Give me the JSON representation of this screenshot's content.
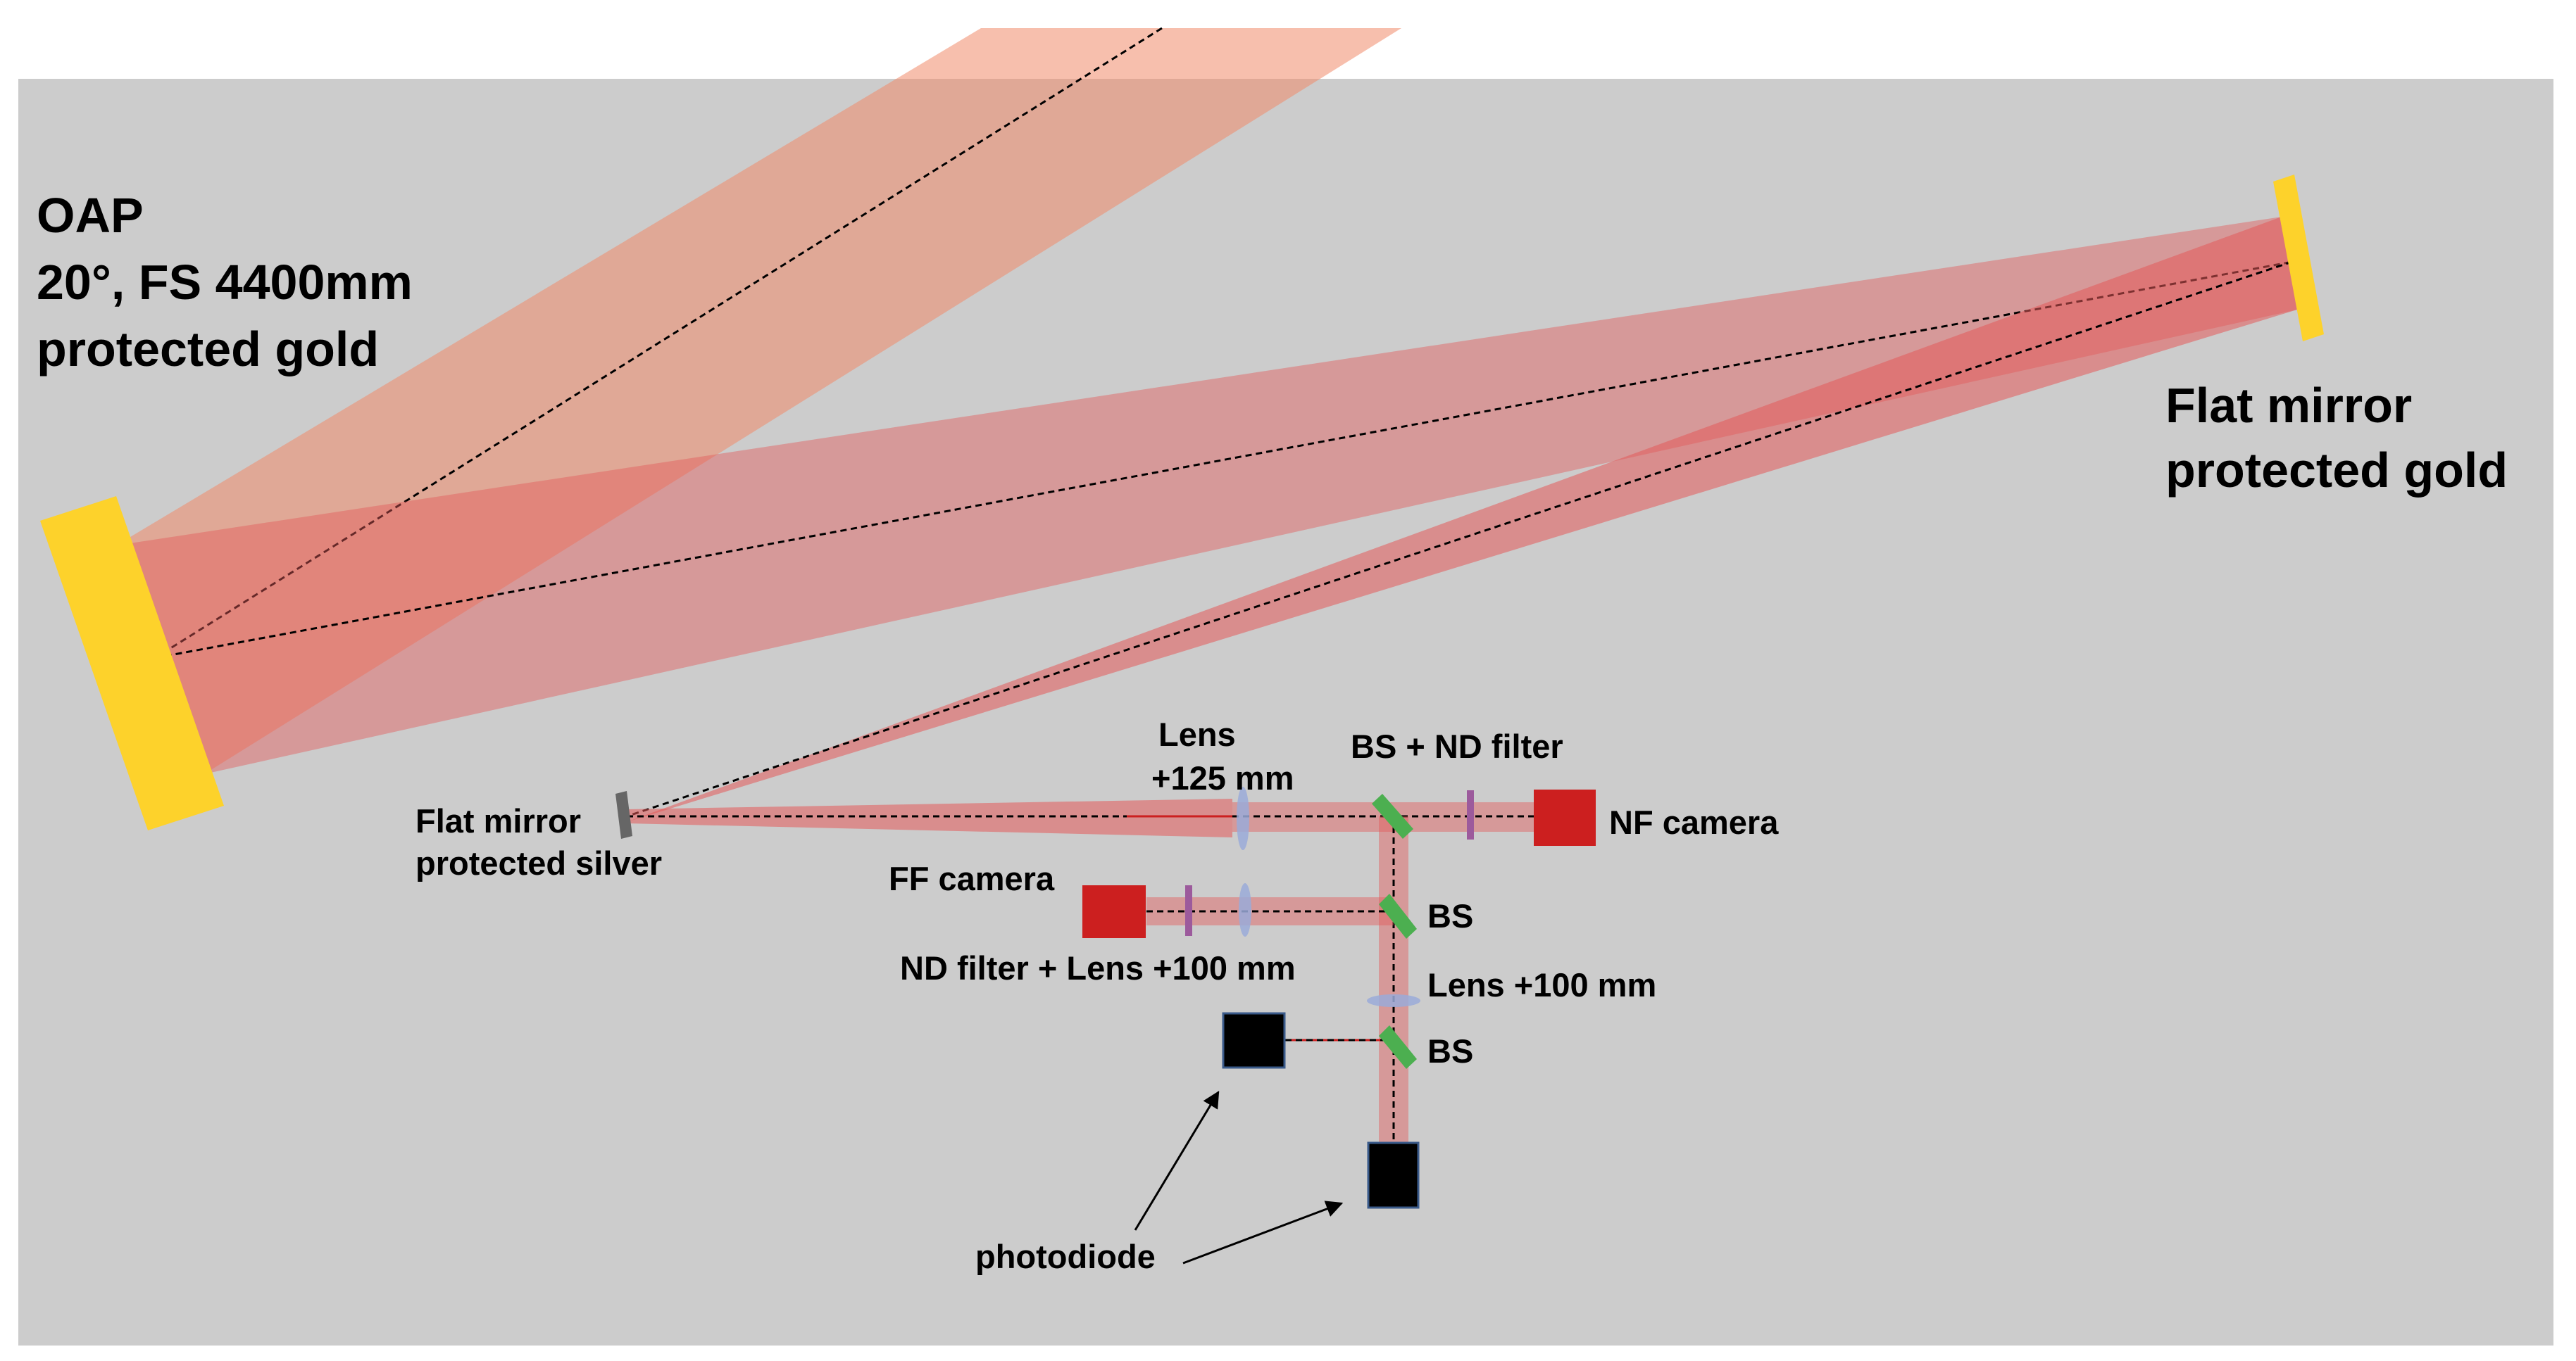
{
  "colors": {
    "background": "#cccccc",
    "beam": "#e35a5a",
    "incoming_beam": "#f08a6a",
    "gold_mirror": "#fdd22b",
    "silver_mirror": "#666666",
    "beamsplitter": "#4caf50",
    "camera": "#cc1f1f",
    "photodiode": "#000000",
    "nd_filter": "#9c5a9c",
    "lens": "#9aaad8"
  },
  "labels": {
    "oap": [
      "OAP",
      "20°, FS 4400mm",
      "protected gold"
    ],
    "flat_gold": [
      "Flat mirror",
      "protected gold"
    ],
    "flat_silver": [
      "Flat mirror",
      "protected silver"
    ],
    "lens_125": [
      "Lens",
      "+125 mm"
    ],
    "bs_nd": "BS + ND filter",
    "nf_camera": "NF camera",
    "ff_camera": "FF camera",
    "bs1": "BS",
    "nd_lens_100": "ND filter + Lens +100 mm",
    "lens_100": "Lens +100 mm",
    "bs2": "BS",
    "photodiode": "photodiode"
  }
}
